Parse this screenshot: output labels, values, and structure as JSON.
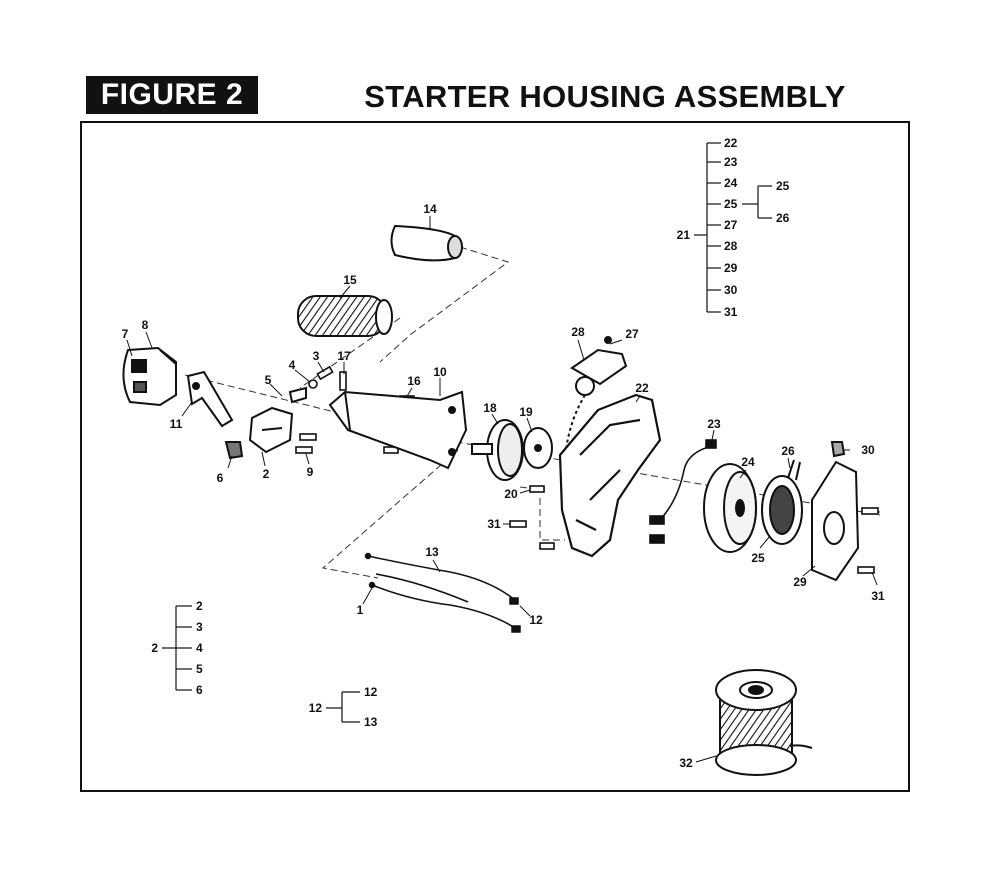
{
  "header": {
    "figure_label": "FIGURE 2",
    "title": "STARTER HOUSING ASSEMBLY"
  },
  "callouts": {
    "c1": "1",
    "c2": "2",
    "c3": "3",
    "c4": "4",
    "c5": "5",
    "c6": "6",
    "c7": "7",
    "c8": "8",
    "c9": "9",
    "c10": "10",
    "c11": "11",
    "c12": "12",
    "c13": "13",
    "c14": "14",
    "c15": "15",
    "c16": "16",
    "c17": "17",
    "c18": "18",
    "c19": "19",
    "c20": "20",
    "c22": "22",
    "c23": "23",
    "c24": "24",
    "c25": "25",
    "c26": "26",
    "c27": "27",
    "c28": "28",
    "c29": "29",
    "c30": "30",
    "c31a": "31",
    "c31b": "31",
    "c32": "32"
  },
  "kit_21": {
    "parent": "21",
    "children": [
      "22",
      "23",
      "24",
      "25",
      "27",
      "28",
      "29",
      "30",
      "31"
    ],
    "sub_25": {
      "parent": "25",
      "children": [
        "25",
        "26"
      ]
    }
  },
  "kit_2": {
    "parent": "2",
    "children": [
      "2",
      "3",
      "4",
      "5",
      "6"
    ]
  },
  "kit_12": {
    "parent": "12",
    "children": [
      "12",
      "13"
    ]
  }
}
